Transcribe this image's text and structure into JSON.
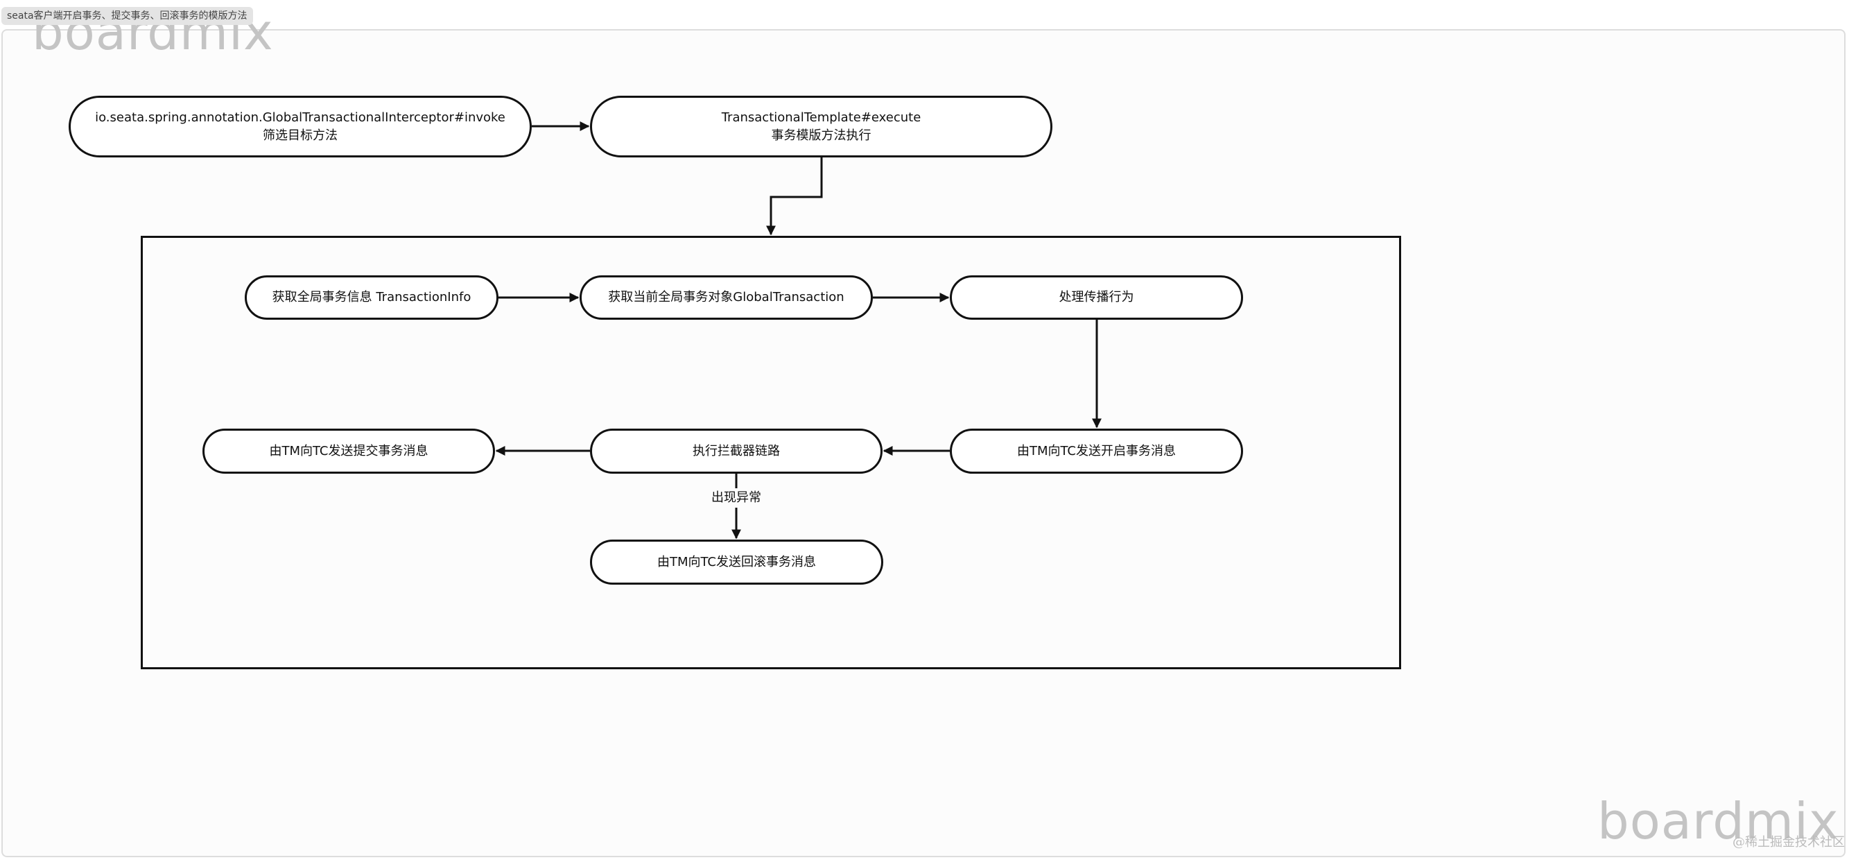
{
  "frame": {
    "title": "seata客户端开启事务、提交事务、回滚事务的模版方法"
  },
  "watermarks": {
    "brand": "boardmix",
    "corner": "@稀土掘金技术社区"
  },
  "nodes": {
    "interceptor": {
      "line1": "io.seata.spring.annotation.GlobalTransactionalInterceptor#invoke",
      "line2": "筛选目标方法"
    },
    "template": {
      "line1": "TransactionalTemplate#execute",
      "line2": "事务模版方法执行"
    },
    "get_info": "获取全局事务信息 TransactionInfo",
    "get_tx": "获取当前全局事务对象GlobalTransaction",
    "propagation": "处理传播行为",
    "begin": "由TM向TC发送开启事务消息",
    "interceptor_chain": "执行拦截器链路",
    "commit": "由TM向TC发送提交事务消息",
    "rollback": "由TM向TC发送回滚事务消息"
  },
  "edges": {
    "exception_label": "出现异常"
  },
  "colors": {
    "stroke": "#111111",
    "canvas": "#fcfcfc",
    "watermark": "#c4c4c4"
  }
}
